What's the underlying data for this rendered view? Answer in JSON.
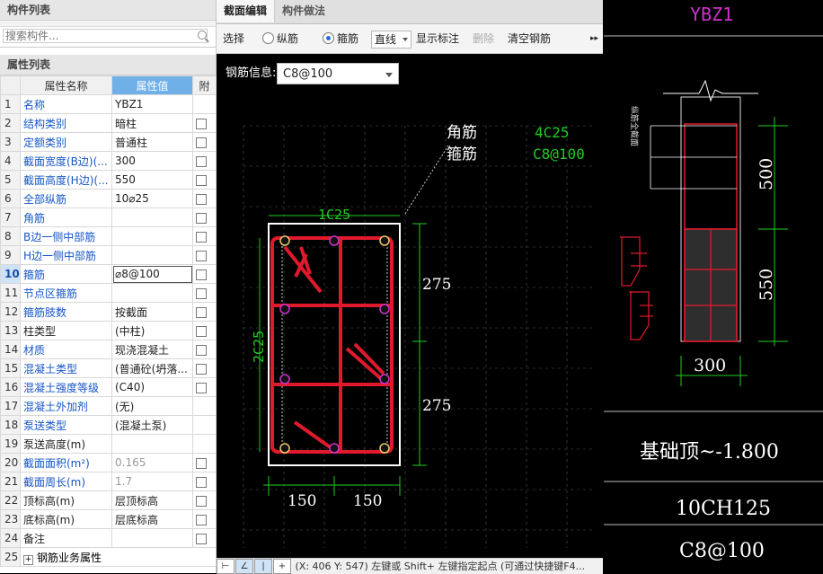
{
  "left": {
    "component_list_title": "构件列表",
    "search_placeholder": "搜索构件...",
    "property_list_title": "属性列表",
    "headers": {
      "num": "",
      "name": "属性名称",
      "value": "属性值",
      "attach": "附"
    },
    "rows": [
      {
        "num": "1",
        "name": "名称",
        "value": "YBZ1",
        "color": "blue",
        "cb": false
      },
      {
        "num": "2",
        "name": "结构类别",
        "value": "暗柱",
        "color": "blue",
        "cb": true
      },
      {
        "num": "3",
        "name": "定额类别",
        "value": "普通柱",
        "color": "blue",
        "cb": true
      },
      {
        "num": "4",
        "name": "截面宽度(B边)(...",
        "value": "300",
        "color": "blue",
        "cb": true
      },
      {
        "num": "5",
        "name": "截面高度(H边)(...",
        "value": "550",
        "color": "blue",
        "cb": true
      },
      {
        "num": "6",
        "name": "全部纵筋",
        "value": "10⌀25",
        "color": "blue",
        "cb": true
      },
      {
        "num": "7",
        "name": "角筋",
        "value": "",
        "color": "blue",
        "cb": true
      },
      {
        "num": "8",
        "name": "B边一侧中部筋",
        "value": "",
        "color": "blue",
        "cb": true
      },
      {
        "num": "9",
        "name": "H边一侧中部筋",
        "value": "",
        "color": "blue",
        "cb": true
      },
      {
        "num": "10",
        "name": "箍筋",
        "value": "⌀8@100",
        "color": "blue",
        "cb": true,
        "selected": true
      },
      {
        "num": "11",
        "name": "节点区箍筋",
        "value": "",
        "color": "blue",
        "cb": true
      },
      {
        "num": "12",
        "name": "箍筋肢数",
        "value": "按截面",
        "color": "blue",
        "cb": true
      },
      {
        "num": "13",
        "name": "柱类型",
        "value": "(中柱)",
        "color": "black",
        "cb": true
      },
      {
        "num": "14",
        "name": "材质",
        "value": "现浇混凝土",
        "color": "blue",
        "cb": true
      },
      {
        "num": "15",
        "name": "混凝土类型",
        "value": "(普通砼(坍落...",
        "color": "blue",
        "cb": true
      },
      {
        "num": "16",
        "name": "混凝土强度等级",
        "value": "(C40)",
        "color": "blue",
        "cb": true
      },
      {
        "num": "17",
        "name": "混凝土外加剂",
        "value": "(无)",
        "color": "blue",
        "cb": false
      },
      {
        "num": "18",
        "name": "泵送类型",
        "value": "(混凝土泵)",
        "color": "blue",
        "cb": false
      },
      {
        "num": "19",
        "name": "泵送高度(m)",
        "value": "",
        "color": "black",
        "cb": false
      },
      {
        "num": "20",
        "name": "截面面积(m²)",
        "value": "0.165",
        "color": "blue",
        "cb": true,
        "gray": true
      },
      {
        "num": "21",
        "name": "截面周长(m)",
        "value": "1.7",
        "color": "blue",
        "cb": true,
        "gray": true
      },
      {
        "num": "22",
        "name": "顶标高(m)",
        "value": "层顶标高",
        "color": "black",
        "cb": true
      },
      {
        "num": "23",
        "name": "底标高(m)",
        "value": "层底标高",
        "color": "black",
        "cb": true
      },
      {
        "num": "24",
        "name": "备注",
        "value": "",
        "color": "black",
        "cb": true
      }
    ],
    "footer_row": {
      "num": "25",
      "name": "钢筋业务属性"
    }
  },
  "mid": {
    "tabs": [
      "截面编辑",
      "构件做法"
    ],
    "toolbar": {
      "select": "选择",
      "longitudinal": "纵筋",
      "stirrup": "箍筋",
      "line_mode": "直线",
      "show_annotation": "显示标注",
      "delete": "删除",
      "clear_rebar": "清空钢筋",
      "more": "▸▸"
    },
    "rebar_info_label": "钢筋信息:",
    "rebar_info_value": "C8@100",
    "drawing": {
      "corner_label": "角筋",
      "stirrup_label": "箍筋",
      "corner_value": "4C25",
      "stirrup_value": "C8@100",
      "top_bars": "1C25",
      "side_bars": "2C25",
      "dim_h1": "275",
      "dim_h2": "275",
      "dim_w1": "150",
      "dim_w2": "150"
    },
    "status_text": "(X: 406 Y: 547) 左键或 Shift+ 左键指定起点 (可通过快捷键F4..."
  },
  "right": {
    "title": "YBZ1",
    "side_label": "纵筋全截面",
    "dim_500": "500",
    "dim_550": "550",
    "dim_300": "300",
    "elevation": "基础顶~-1.800",
    "rebar": "10CH125",
    "stirrup": "C8@100"
  },
  "colors": {
    "rebar_red": "#e01a2c",
    "dim_green": "#22cc22",
    "title_magenta": "#cc33cc",
    "header_blue": "#6fb0e8"
  }
}
